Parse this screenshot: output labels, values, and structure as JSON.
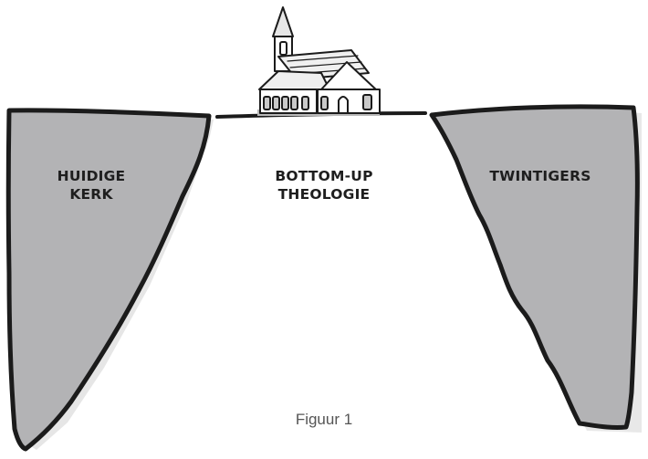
{
  "labels": {
    "left": [
      "HUIDIGE",
      "KERK"
    ],
    "center": [
      "BOTTOM-UP",
      "THEOLOGIE"
    ],
    "right": [
      "TWINTIGERS"
    ]
  },
  "caption": "Figuur 1",
  "colors": {
    "cliff_fill": "#b3b3b5",
    "outline": "#1b1b1b",
    "label_text": "#1e1e1e",
    "caption_text": "#555555",
    "church_fill": "#ffffff",
    "church_shade": "#c9c9c9"
  },
  "icons": {
    "church": "church-icon"
  }
}
